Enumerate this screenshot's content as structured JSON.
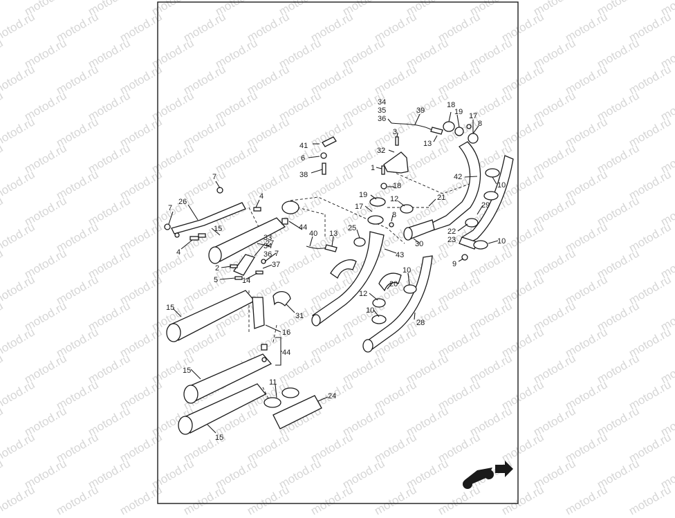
{
  "watermark": "motod.ru",
  "colors": {
    "line": "#1a1a1a",
    "watermark": "#d6d6d6",
    "paper": "#ffffff"
  },
  "labels": [
    {
      "id": "lbl-34a",
      "text": "34"
    },
    {
      "id": "lbl-35a",
      "text": "35"
    },
    {
      "id": "lbl-36a",
      "text": "36"
    },
    {
      "id": "lbl-39",
      "text": "39"
    },
    {
      "id": "lbl-3a",
      "text": "3"
    },
    {
      "id": "lbl-18a",
      "text": "18"
    },
    {
      "id": "lbl-19a",
      "text": "19"
    },
    {
      "id": "lbl-17a",
      "text": "17"
    },
    {
      "id": "lbl-8a",
      "text": "8"
    },
    {
      "id": "lbl-13a",
      "text": "13"
    },
    {
      "id": "lbl-41",
      "text": "41"
    },
    {
      "id": "lbl-6",
      "text": "6"
    },
    {
      "id": "lbl-38",
      "text": "38"
    },
    {
      "id": "lbl-32",
      "text": "32"
    },
    {
      "id": "lbl-1",
      "text": "1"
    },
    {
      "id": "lbl-42",
      "text": "42"
    },
    {
      "id": "lbl-10a",
      "text": "10"
    },
    {
      "id": "lbl-7a",
      "text": "7"
    },
    {
      "id": "lbl-4a",
      "text": "4"
    },
    {
      "id": "lbl-26",
      "text": "26"
    },
    {
      "id": "lbl-7b",
      "text": "7"
    },
    {
      "id": "lbl-15a",
      "text": "15"
    },
    {
      "id": "lbl-4b",
      "text": "4"
    },
    {
      "id": "lbl-19b",
      "text": "19"
    },
    {
      "id": "lbl-18b",
      "text": "18"
    },
    {
      "id": "lbl-12a",
      "text": "12"
    },
    {
      "id": "lbl-21",
      "text": "21"
    },
    {
      "id": "lbl-29",
      "text": "29"
    },
    {
      "id": "lbl-17b",
      "text": "17"
    },
    {
      "id": "lbl-8b",
      "text": "8"
    },
    {
      "id": "lbl-44a",
      "text": "44"
    },
    {
      "id": "lbl-40",
      "text": "40"
    },
    {
      "id": "lbl-13b",
      "text": "13"
    },
    {
      "id": "lbl-25",
      "text": "25"
    },
    {
      "id": "lbl-22",
      "text": "22"
    },
    {
      "id": "lbl-23",
      "text": "23"
    },
    {
      "id": "lbl-10b",
      "text": "10"
    },
    {
      "id": "lbl-30",
      "text": "30"
    },
    {
      "id": "lbl-33",
      "text": "33"
    },
    {
      "id": "lbl-34b",
      "text": "34"
    },
    {
      "id": "lbl-36b",
      "text": "36"
    },
    {
      "id": "lbl-27",
      "text": "27"
    },
    {
      "id": "lbl-7c",
      "text": "7"
    },
    {
      "id": "lbl-37",
      "text": "37"
    },
    {
      "id": "lbl-43",
      "text": "43"
    },
    {
      "id": "lbl-9",
      "text": "9"
    },
    {
      "id": "lbl-2",
      "text": "2"
    },
    {
      "id": "lbl-5",
      "text": "5"
    },
    {
      "id": "lbl-14",
      "text": "14"
    },
    {
      "id": "lbl-10c",
      "text": "10"
    },
    {
      "id": "lbl-20",
      "text": "20"
    },
    {
      "id": "lbl-12b",
      "text": "12"
    },
    {
      "id": "lbl-10d",
      "text": "10"
    },
    {
      "id": "lbl-15b",
      "text": "15"
    },
    {
      "id": "lbl-31",
      "text": "31"
    },
    {
      "id": "lbl-28",
      "text": "28"
    },
    {
      "id": "lbl-16",
      "text": "16"
    },
    {
      "id": "lbl-44b",
      "text": "44"
    },
    {
      "id": "lbl-15c",
      "text": "15"
    },
    {
      "id": "lbl-11",
      "text": "11"
    },
    {
      "id": "lbl-24",
      "text": "24"
    },
    {
      "id": "lbl-15d",
      "text": "15"
    }
  ]
}
